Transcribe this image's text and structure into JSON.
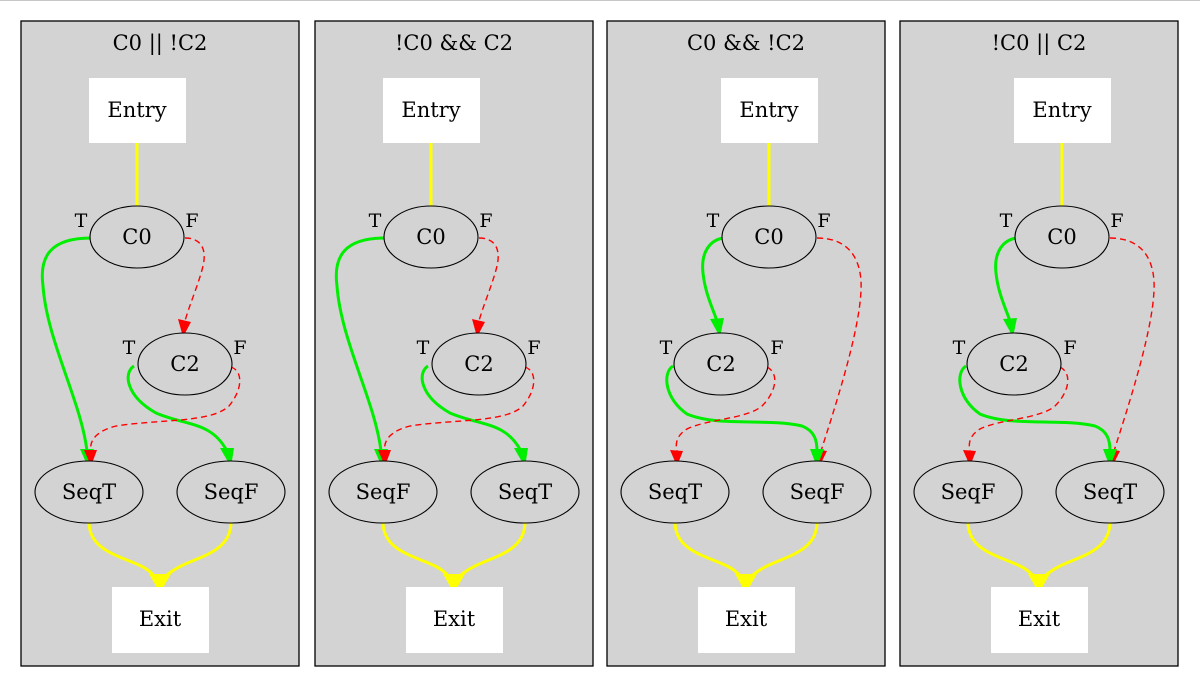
{
  "colors": {
    "cluster_fill": "#d3d3d3",
    "sequential_edge": "#ffff00",
    "true_edge": "#00ee00",
    "false_edge": "#ff0000"
  },
  "panels": [
    {
      "title": "C0 || !C2",
      "entry": "Entry",
      "exit": "Exit",
      "cond1": "C0",
      "cond2": "C2",
      "left_seq": "SeqT",
      "right_seq": "SeqF",
      "port_true": "T",
      "port_false": "F"
    },
    {
      "title": "!C0 && C2",
      "entry": "Entry",
      "exit": "Exit",
      "cond1": "C0",
      "cond2": "C2",
      "left_seq": "SeqF",
      "right_seq": "SeqT",
      "port_true": "T",
      "port_false": "F"
    },
    {
      "title": "C0 && !C2",
      "entry": "Entry",
      "exit": "Exit",
      "cond1": "C0",
      "cond2": "C2",
      "left_seq": "SeqT",
      "right_seq": "SeqF",
      "port_true": "T",
      "port_false": "F"
    },
    {
      "title": "!C0 || C2",
      "entry": "Entry",
      "exit": "Exit",
      "cond1": "C0",
      "cond2": "C2",
      "left_seq": "SeqF",
      "right_seq": "SeqT",
      "port_true": "T",
      "port_false": "F"
    }
  ]
}
